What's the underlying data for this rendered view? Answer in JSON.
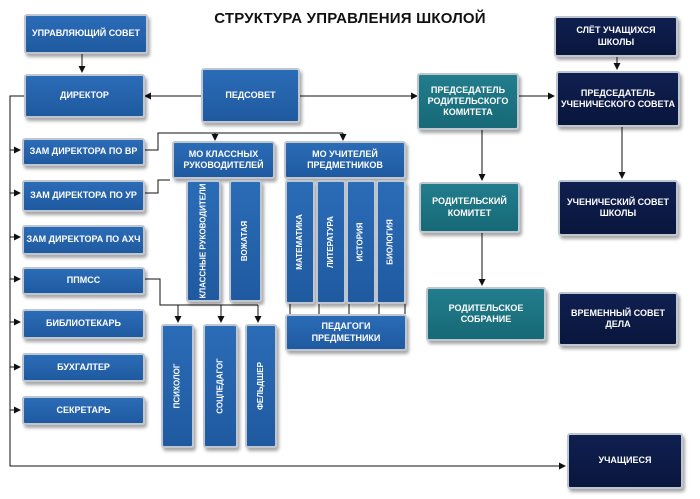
{
  "title": "СТРУКТУРА УПРАВЛЕНИЯ ШКОЛОЙ",
  "nodes": {
    "governing_council": "УПРАВЛЯЮЩИЙ СОВЕТ",
    "director": "ДИРЕКТОР",
    "pedsovet": "ПЕДСОВЕТ",
    "parent_committee_chair": "ПРЕДСЕДАТЕЛЬ РОДИТЕЛЬСКОГО КОМИТЕТА",
    "student_rally": "СЛЁТ УЧАЩИХСЯ ШКОЛЫ",
    "student_council_chair": "ПРЕДСЕДАТЕЛЬ УЧЕНИЧЕСКОГО СОВЕТА",
    "deputy_vr": "ЗАМ ДИРЕКТОРА ПО ВР",
    "deputy_ur": "ЗАМ ДИРЕКТОРА ПО УР",
    "deputy_ahch": "ЗАМ ДИРЕКТОРА ПО АХЧ",
    "ppmss": "ППМСС",
    "librarian": "БИБЛИОТЕКАРЬ",
    "accountant": "БУХГАЛТЕР",
    "secretary": "СЕКРЕТАРЬ",
    "mo_class_leaders": "МО КЛАССНЫХ РУКОВОДИТЕЛЕЙ",
    "class_leaders": "КЛАССНЫЕ РУКОВОДИТЕЛИ",
    "counselor": "ВОЖАТАЯ",
    "mo_subject_teachers": "МО УЧИТЕЛЕЙ ПРЕДМЕТНИКОВ",
    "math": "МАТЕМАТИКА",
    "literature": "ЛИТЕРАТУРА",
    "history": "ИСТОРИЯ",
    "biology": "БИОЛОГИЯ",
    "subject_teachers": "ПЕДАГОГИ ПРЕДМЕТНИКИ",
    "psychologist": "ПСИХОЛОГ",
    "social_teacher": "СОЦПЕДАГОГ",
    "paramedic": "ФЕЛЬДШЕР",
    "parent_committee": "РОДИТЕЛЬСКИЙ КОМИТЕТ",
    "parent_meeting": "РОДИТЕЛЬСКОЕ СОБРАНИЕ",
    "student_council": "УЧЕНИЧЕСКИЙ СОВЕТ ШКОЛЫ",
    "temp_council": "ВРЕМЕННЫЙ СОВЕТ ДЕЛА",
    "students": "УЧАЩИЕСЯ"
  },
  "colors": {
    "blue": "#2460a8",
    "teal": "#1b7383",
    "navy": "#0c1a45",
    "line": "#111111"
  }
}
